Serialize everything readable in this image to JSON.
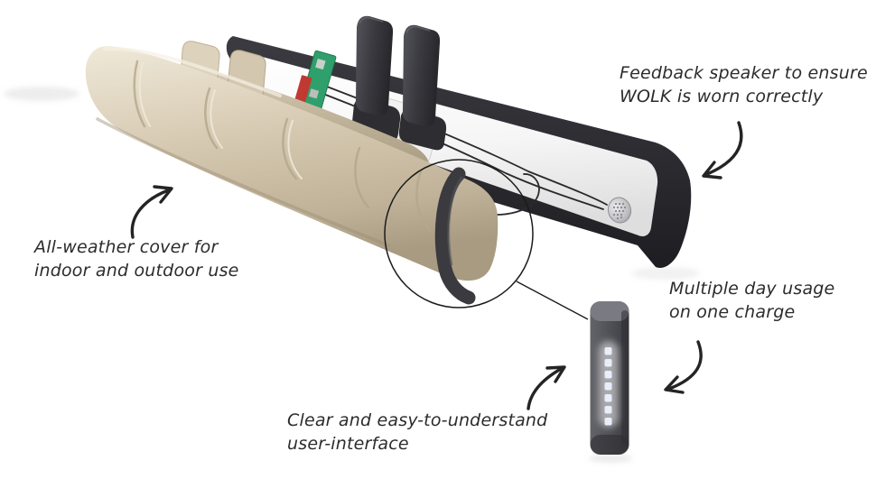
{
  "product": {
    "name": "WOLK"
  },
  "annotations": {
    "feedback_speaker": {
      "line1": "Feedback speaker to ensure",
      "line2": "WOLK is worn correctly"
    },
    "all_weather_cover": {
      "line1": "All-weather cover for",
      "line2": "indoor and outdoor use"
    },
    "battery_life": {
      "line1": "Multiple day usage",
      "line2": "on one charge"
    },
    "user_interface": {
      "line1": "Clear and easy-to-understand",
      "line2": "user-interface"
    }
  },
  "illustration_parts": [
    "fabric-cover",
    "white-foam-band",
    "black-frame",
    "circuit-board",
    "attachment-clips",
    "wires",
    "feedback-speaker",
    "detail-callout-circle",
    "end-strap",
    "control-puck",
    "led-indicator-strip"
  ],
  "colors": {
    "background": "#ffffff",
    "text": "#2c2c2c",
    "arrow": "#242424",
    "fabric": "#d5c8b0",
    "band_white": "#f4f4f4",
    "frame_black": "#2a2a2f",
    "pcb_green": "#2fa06b",
    "pcb_red": "#c03a32",
    "clip_dark": "#3a3a40",
    "puck_body": "#515157",
    "led": "#e9eefc",
    "speaker": "#b9b9be"
  }
}
